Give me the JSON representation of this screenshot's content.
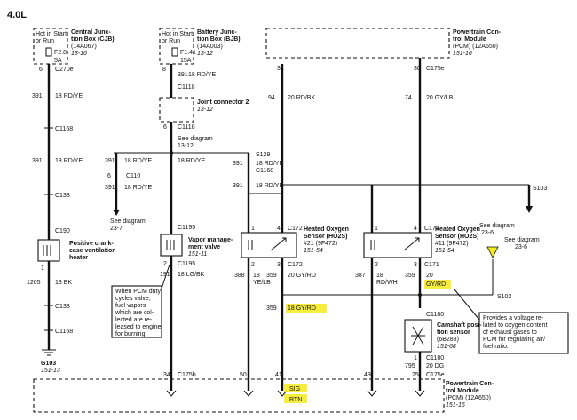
{
  "engine": "4.0L",
  "cjb": {
    "line1": "Hot in Start",
    "line2": "or Run",
    "fuse": "F2.8",
    "amps": "5A",
    "title1": "Central Junc-",
    "title2": "tion Box (CJB)",
    "part": "(14A067)",
    "ref": "13-16"
  },
  "bjb": {
    "line1": "Hot in Start",
    "line2": "or Run",
    "fuse": "F1.41",
    "amps": "15A",
    "title1": "Battery Junc-",
    "title2": "tion Box (BJB)",
    "part": "(14A003)",
    "ref": "13-12"
  },
  "pcm_top": {
    "title1": "Powertrain Con-",
    "title2": "trol Module",
    "part": "(PCM) (12A650)",
    "ref": "151-16"
  },
  "pcm_bottom": {
    "title1": "Powertrain Con-",
    "title2": "trol Module",
    "part": "(PCM) (12A650)",
    "ref": "151-16"
  },
  "col1": {
    "pin6": "6",
    "c270e": "C270e",
    "w391": "391",
    "rdye": "18 RD/YE",
    "c1168": "C1168",
    "w391b": "391",
    "rdye_b": "18 RD/YE",
    "c133": "C133",
    "c190": "C190",
    "comp1": "Positive crank-",
    "comp2": "case ventilation",
    "comp3": "heater",
    "pin1": "1",
    "w1205": "1205",
    "bk": "18 BK",
    "c133b": "C133",
    "c1168b": "C1168",
    "g103": "G103",
    "g103ref": "151-13"
  },
  "col2": {
    "pin8": "8",
    "c1118": "C1118",
    "w391": "391",
    "rdye": "18 RD/YE",
    "pin6": "6",
    "jc1": "Joint connector 2",
    "jcref": "13-12",
    "c1118b": "C1118",
    "see1": "See diagram",
    "seeref": "13-12",
    "w391b": "391",
    "rdye_b": "18 RD/YE",
    "c110": "C110",
    "pin6b": "6",
    "w391c": "391",
    "rdye_c": "18 RD/YE",
    "s129": "S129",
    "c1168": "C1168",
    "w391d": "391",
    "rdye_d": "18 RD/YE",
    "seed": "See diagram",
    "seedref": "23-7",
    "c1195": "C1195",
    "vmv1": "Vapor manage-",
    "vmv2": "ment valve",
    "vmvref": "151-11",
    "c1195b": "C1195",
    "w191": "191",
    "lgbk": "18 LG/BK",
    "pin2": "2"
  },
  "note_left": [
    "When PCM duty",
    "cycles valve,",
    "fuel vapors",
    "which are col-",
    "lected are re-",
    "leased to engine",
    "for burning."
  ],
  "s1": {
    "pin31": "31",
    "w94": "94",
    "rdbk": "20 RD/BK",
    "pin1": "1",
    "pin4": "4",
    "c172": "C172",
    "name1": "Heated Oxygen",
    "name2": "Sensor (HO2S)",
    "name3": "#21 (9F472)",
    "ref": "151-54",
    "pin2": "2",
    "pin3": "3",
    "c172b": "C172",
    "w388": "388",
    "w18": "18",
    "yelb": "YE/LB",
    "w359": "359",
    "gyrd": "20 GY/RD",
    "w359b": "359",
    "gyrd18": "18 GY/RD"
  },
  "s2": {
    "pin30": "30",
    "c175e": "C175e",
    "w74": "74",
    "gylb": "20 GY/LB",
    "s103": "S103",
    "pin1": "1",
    "pin4": "4",
    "c171": "C171",
    "name1": "Heated Oxygen",
    "name2": "Sensor (HO2S)",
    "name3": "#11 (9F472)",
    "ref": "151-54",
    "pin2": "2",
    "pin3": "3",
    "c171b": "C171",
    "w387": "387",
    "w18": "18",
    "rdwh": "RD/WH",
    "w359": "359",
    "w20": "20",
    "gyrd": "GY/RD",
    "s102": "S102"
  },
  "seeright": {
    "a1": "See diagram",
    "aref": "23-6",
    "b1": "See diagram",
    "bref": "23-6"
  },
  "note_right": [
    "Provides a voltage re-",
    "lated to oxygen content",
    "of exhaust gases to",
    "PCM for regulating air/",
    "fuel ratio."
  ],
  "cam": {
    "c1180": "C1180",
    "name1": "Camshaft posi-",
    "name2": "tion sensor",
    "part": "(6B288)",
    "ref": "151-68",
    "pin1": "1",
    "c1180b": "C1180",
    "w795": "795",
    "dg": "20 DG",
    "pin25": "25",
    "c175e": "C175e"
  },
  "bottom": {
    "p34": "34",
    "c175b": "C175b",
    "p50": "50",
    "p41": "41",
    "sig": "SIG",
    "rtn": "RTN",
    "p49": "49"
  }
}
